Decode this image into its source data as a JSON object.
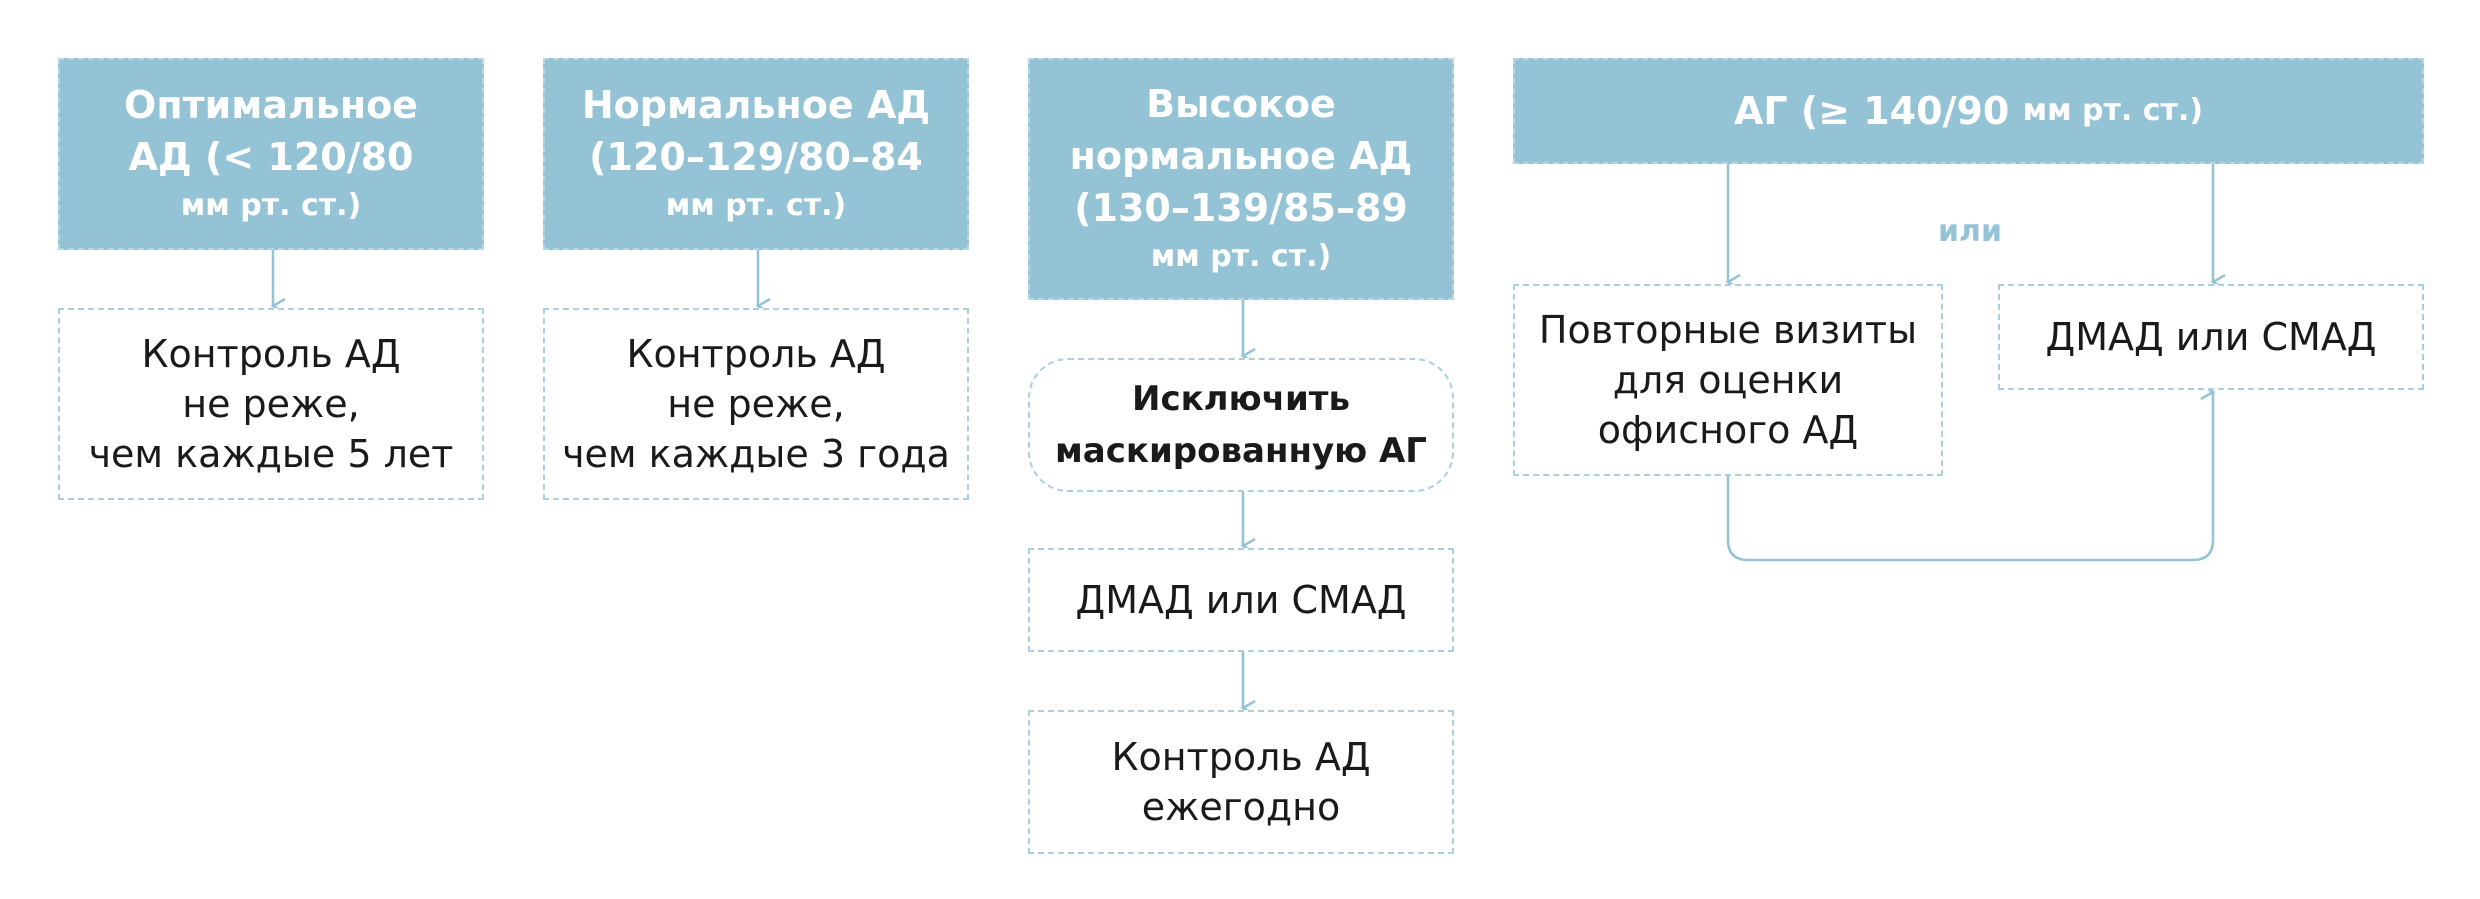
{
  "columns": [
    {
      "header": [
        "Оптимальное",
        "АД (< 120/80",
        "мм рт. ст.)"
      ],
      "steps": [
        {
          "lines": [
            "Контроль АД",
            "не реже,",
            "чем каждые 5 лет"
          ]
        }
      ]
    },
    {
      "header": [
        "Нормальное АД",
        "(120–129/80–84",
        "мм рт. ст.)"
      ],
      "steps": [
        {
          "lines": [
            "Контроль АД",
            "не реже,",
            "чем каждые 3 года"
          ]
        }
      ]
    },
    {
      "header": [
        "Высокое",
        "нормальное АД",
        "(130–139/85–89",
        "мм рт. ст.)"
      ],
      "steps": [
        {
          "lines": [
            "Исключить",
            "маскированную АГ"
          ]
        },
        {
          "lines": [
            "ДМАД или СМАД"
          ]
        },
        {
          "lines": [
            "Контроль АД",
            "ежегодно"
          ]
        }
      ]
    },
    {
      "header": [
        "АГ (≥ 140/90 ",
        "мм рт. ст.)"
      ],
      "connector": "или",
      "left": [
        "Повторные визиты",
        "для оценки",
        "офисного АД"
      ],
      "right": [
        "ДМАД или СМАД"
      ]
    }
  ],
  "colors": {
    "header_fill": "#94c3d6",
    "dashed_border": "#a9cfe0",
    "arrow": "#94c3d6",
    "text": "#1a1a1a"
  }
}
